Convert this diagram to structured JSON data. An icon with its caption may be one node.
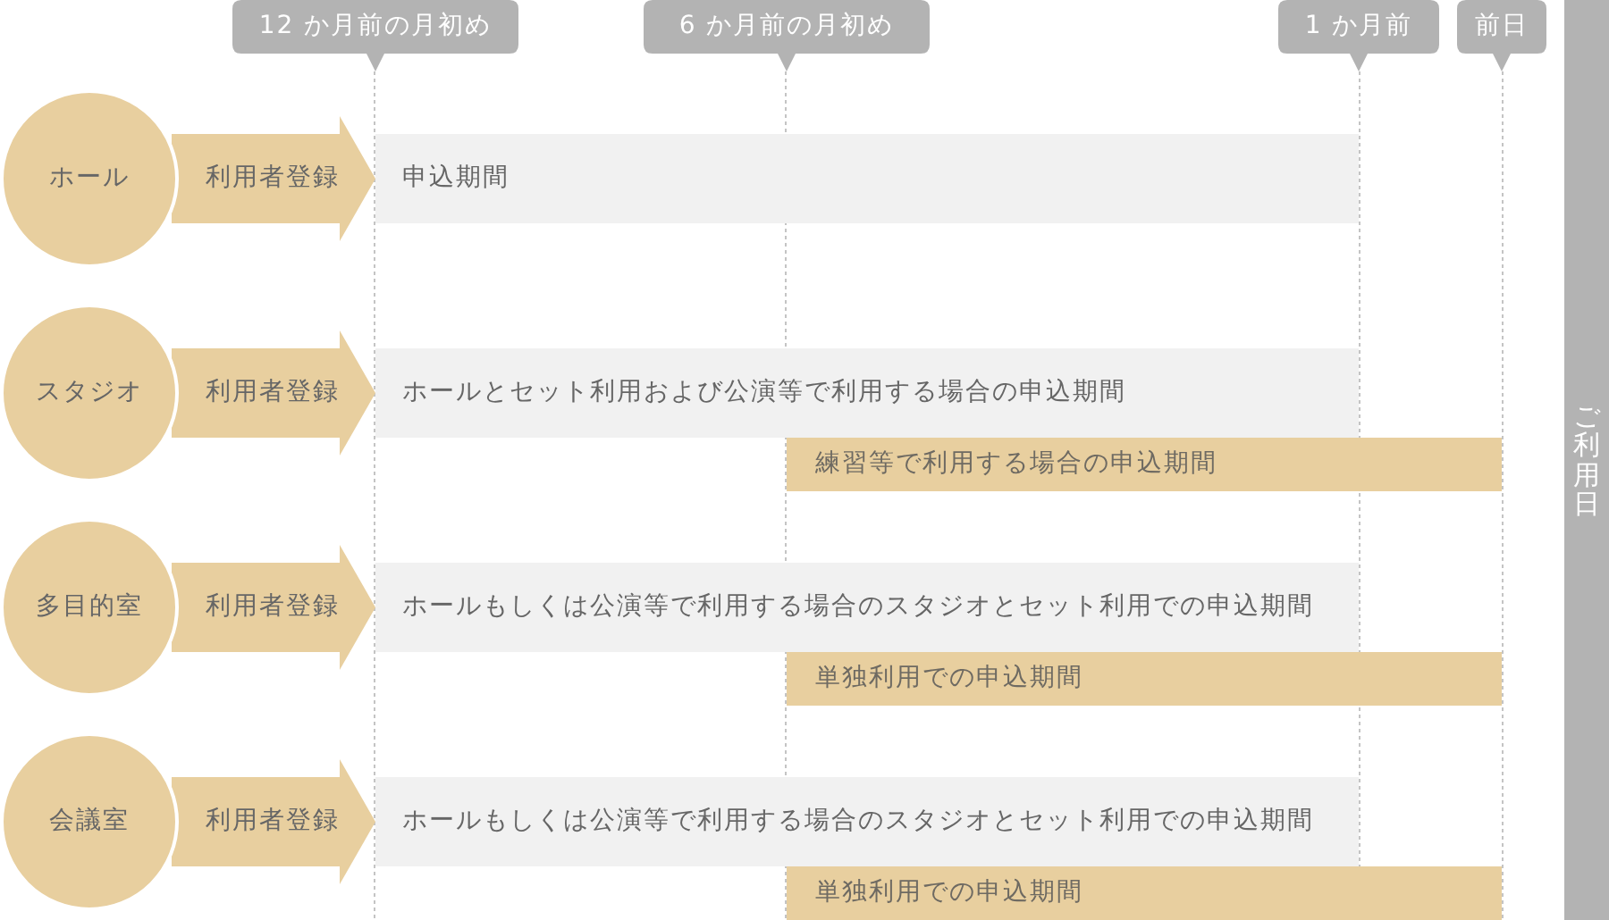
{
  "diagram": {
    "nodes": [
      {
        "text": [
          "12 か月前の月初め"
        ]
      },
      {
        "text": [
          "6 か月前の月初め"
        ]
      },
      {
        "text": [
          "1 か月前"
        ]
      },
      {
        "text": [
          "前日"
        ]
      },
      {
        "text": [
          "ホール"
        ]
      },
      {
        "text": [
          "申込期間"
        ]
      },
      {
        "text": [
          "スタジオ"
        ]
      },
      {
        "text": [
          "ホールとセット利用および公演等で利用する場合の申込期間"
        ]
      },
      {
        "text": [
          "練習等で利用する場合の申込期間"
        ]
      },
      {
        "text": [
          "多目的室"
        ]
      },
      {
        "text": [
          "ホールもしくは公演等で利用する場合のスタジオとセット利用での申込期間"
        ]
      },
      {
        "text": [
          "単独利用での申込期間"
        ]
      },
      {
        "text": [
          "会議室"
        ]
      },
      {
        "text": [
          "ホールもしくは公演等で利用する場合のスタジオとセット利用での申込期間"
        ]
      },
      {
        "text": [
          "単独利用での申込期間"
        ]
      },
      {
        "text": [
          "ご利用日"
        ]
      }
    ],
    "edges": [
      {
        "from": 4,
        "to": 5,
        "arrow": "to",
        "label": "利用者登録"
      },
      {
        "from": 6,
        "to": 7,
        "arrow": "to",
        "label": "利用者登録"
      },
      {
        "from": 9,
        "to": 10,
        "arrow": "to",
        "label": "利用者登録"
      },
      {
        "from": 12,
        "to": 13,
        "arrow": "to",
        "label": "利用者登録"
      }
    ]
  }
}
